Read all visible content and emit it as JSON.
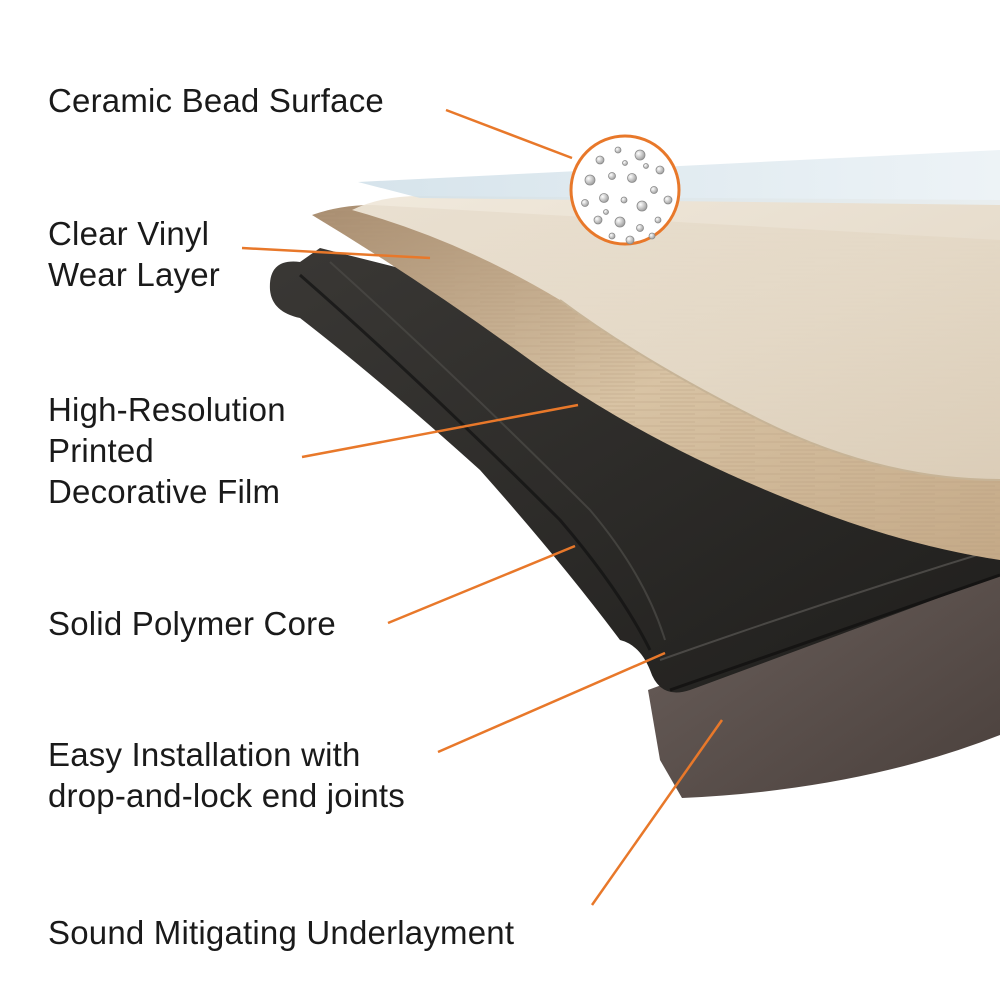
{
  "labels": {
    "ceramic": [
      "Ceramic Bead Surface"
    ],
    "wear": [
      "Clear Vinyl",
      "Wear Layer"
    ],
    "film": [
      "High-Resolution",
      "Printed",
      "Decorative Film"
    ],
    "core": [
      "Solid Polymer Core"
    ],
    "install": [
      "Easy Installation with",
      "drop-and-lock end joints"
    ],
    "underlayment": [
      "Sound Mitigating Underlayment"
    ]
  },
  "colors": {
    "leader": "#e8782a",
    "underlayment": "#5a4f4b",
    "core": "#2a2927",
    "film": "#cdb596",
    "wear": "#e9e2d6",
    "surface": "#d9e6ee",
    "text": "#1a1a1a"
  }
}
